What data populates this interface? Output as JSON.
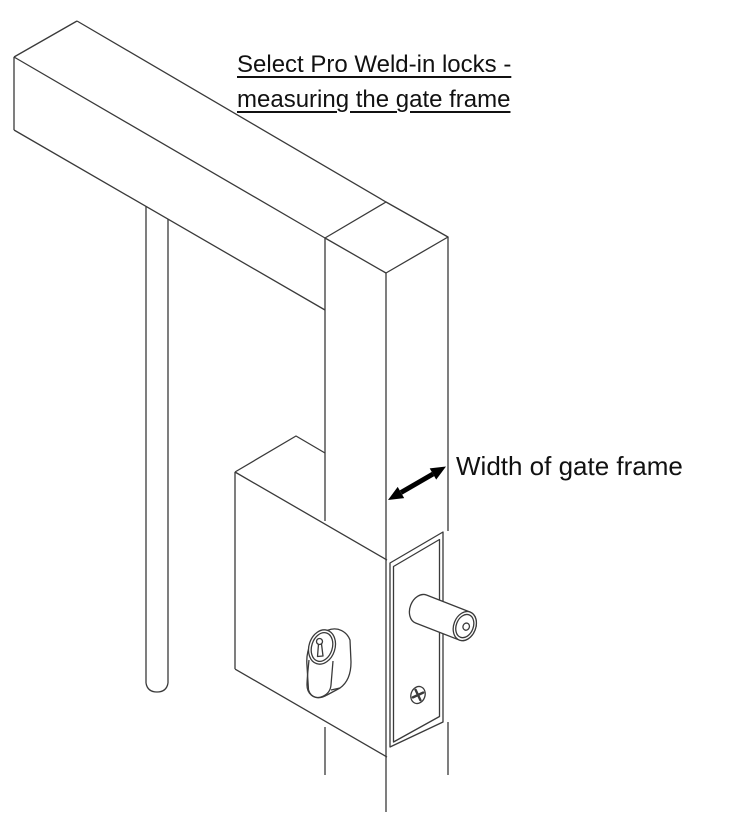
{
  "title": {
    "line1": "Select Pro Weld-in locks -",
    "line2": "measuring the gate frame"
  },
  "annotation": {
    "width_label": "Width of gate frame"
  },
  "diagram": {
    "components": [
      "top-rail",
      "gate-stile",
      "infill-bar",
      "lock-body",
      "euro-cylinder",
      "faceplate",
      "latch-pin",
      "fixing-screw",
      "width-dimension-arrow"
    ],
    "colors": {
      "background": "#ffffff",
      "line": "#3a3a3a",
      "text": "#111111",
      "arrow": "#000000"
    }
  }
}
